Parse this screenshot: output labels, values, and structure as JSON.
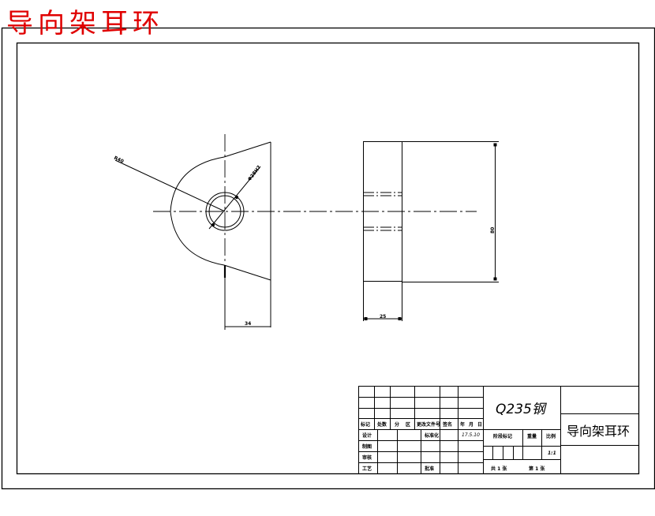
{
  "drawing": {
    "title_banner": "导向架耳环",
    "accent_color": "#e00000",
    "line_color": "#000000",
    "front_view": {
      "radius_label": "R40",
      "hole_label": "Φ28H7",
      "width_dim": "34"
    },
    "side_view": {
      "height_dim": "80",
      "width_dim": "25"
    },
    "title_block": {
      "material": "Q235钢",
      "part_name": "导向架耳环",
      "header_row": [
        "标记",
        "处数",
        "分",
        "区",
        "更改文件号",
        "签名",
        "年",
        "月",
        "日"
      ],
      "design_label": "设计",
      "standardization_label": "标准化",
      "date": "17.5.10",
      "drawing_label": "制图",
      "review_label": "审核",
      "process_label": "工艺",
      "approve_label": "批准",
      "stage_mark_label": "阶段标记",
      "weight_label": "重量",
      "scale_label": "比例",
      "scale_value": "1:1",
      "sheets_total": "共 1 张",
      "sheet_number": "第 1 张"
    }
  }
}
